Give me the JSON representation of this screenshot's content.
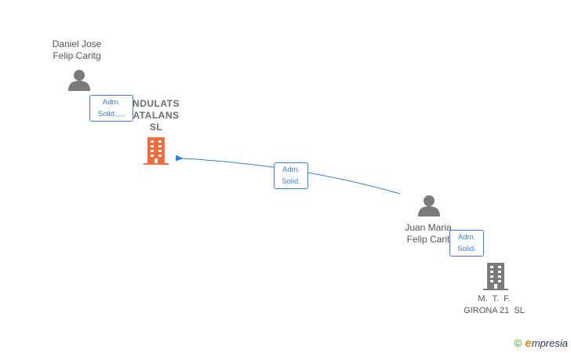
{
  "nodes": {
    "daniel": {
      "name_line1": "Daniel Jose",
      "name_line2": "Felip Caritg",
      "kind": "person-icon",
      "color": "#7a7a7a"
    },
    "company_main": {
      "name_line1": "NDULATS",
      "name_line2": "ATALANS",
      "name_line3": "SL",
      "kind": "building-icon",
      "color": "#f26b3a"
    },
    "juan": {
      "name_line1": "Juan Maria",
      "name_line2": "Felip Carit",
      "kind": "person-icon",
      "color": "#7a7a7a"
    },
    "mtf": {
      "name_line1": "M.  T.  F.",
      "name_line2": "GIRONA 21  SL",
      "kind": "building-icon",
      "color": "#7a7a7a"
    }
  },
  "edges": [
    {
      "id": "daniel-to-main",
      "label_line1": "Adm.",
      "label_line2": "Solid.,..."
    },
    {
      "id": "juan-to-main",
      "label_line1": "Adm.",
      "label_line2": "Solid."
    },
    {
      "id": "juan-to-mtf",
      "label_line1": "Adm.",
      "label_line2": "Solid."
    }
  ],
  "colors": {
    "edge": "#3a7fd5",
    "text": "#555555"
  },
  "brand": {
    "copyright": "©",
    "initial": "e",
    "rest": "mpresia"
  }
}
